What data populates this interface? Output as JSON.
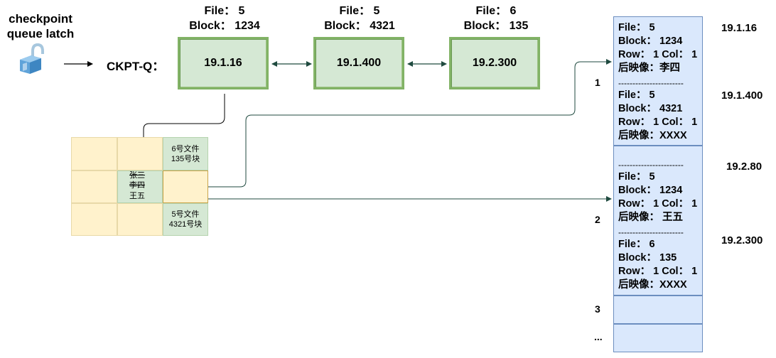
{
  "latch": {
    "label_line1": "checkpoint",
    "label_line2": "queue latch"
  },
  "ckpt_q_label": "CKPT-Q：",
  "ckpt_nodes": [
    {
      "file": "File： 5",
      "block": "Block： 1234",
      "lsn": "19.1.16"
    },
    {
      "file": "File： 5",
      "block": "Block： 4321",
      "lsn": "19.1.400"
    },
    {
      "file": "File： 6",
      "block": "Block： 135",
      "lsn": "19.2.300"
    }
  ],
  "buffer_grid": {
    "block_6_line1": "6号文件",
    "block_6_line2": "135号块",
    "block_5_line1": "5号文件",
    "block_5_line2": "4321号块",
    "rows": [
      "张三",
      "李四",
      "王五"
    ]
  },
  "redo_log": {
    "entries": [
      {
        "file": "File： 5",
        "block": "Block： 1234",
        "rowcol": "Row： 1 Col： 1",
        "after": "后映像：李四"
      },
      {
        "file": "File： 5",
        "block": "Block： 4321",
        "rowcol": "Row： 1 Col： 1",
        "after": "后映像：XXXX"
      },
      {
        "file": "File： 5",
        "block": "Block： 1234",
        "rowcol": "Row： 1 Col： 1",
        "after": "后映像： 王五"
      },
      {
        "file": "File： 6",
        "block": "Block： 135",
        "rowcol": "Row： 1 Col： 1",
        "after": "后映像：XXXX"
      }
    ],
    "separator": "-----------------------",
    "numbers": [
      "1",
      "2",
      "3",
      "..."
    ],
    "lsn_labels": [
      "19.1.16",
      "19.1.400",
      "19.2.80",
      "19.2.300"
    ]
  }
}
